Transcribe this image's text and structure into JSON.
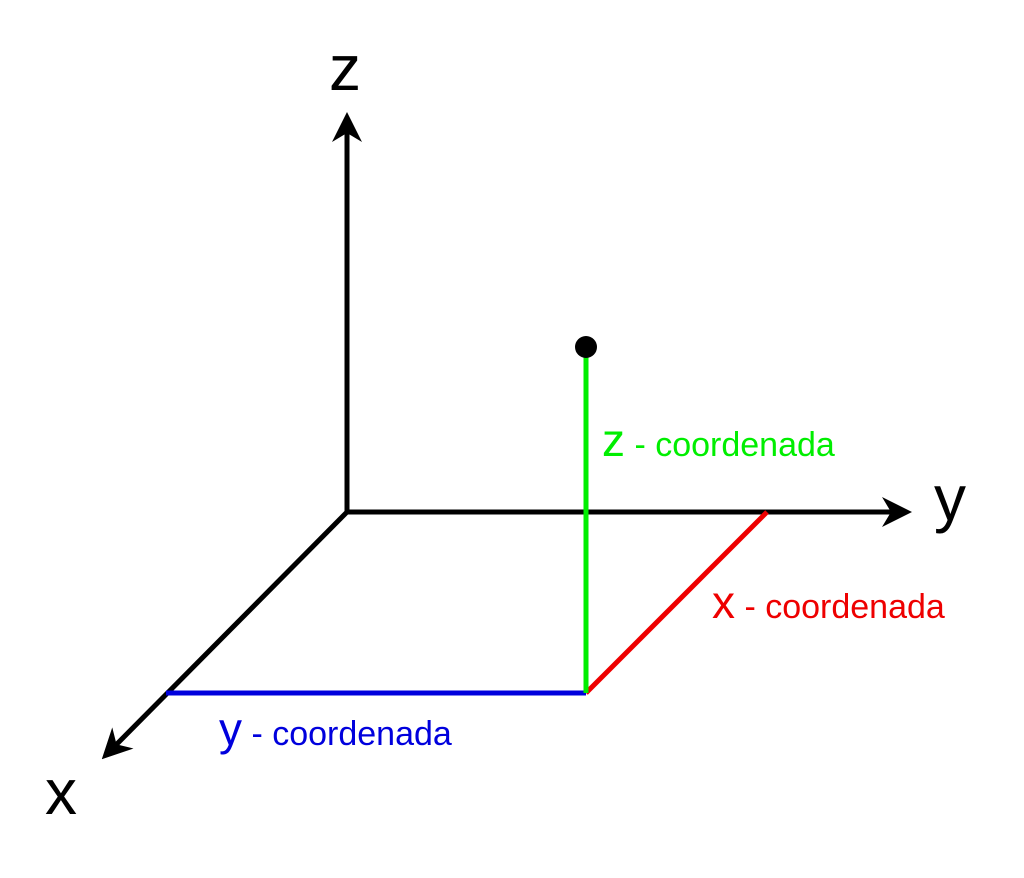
{
  "axes": {
    "z": {
      "label": "z"
    },
    "y": {
      "label": "y"
    },
    "x": {
      "label": "x"
    }
  },
  "coordinates": {
    "z": {
      "letter": "z",
      "suffix": " - coordenada",
      "color": "#00ee00"
    },
    "x": {
      "letter": "x",
      "suffix": " - coordenada",
      "color": "#ee0000"
    },
    "y": {
      "letter": "y",
      "suffix": " - coordenada",
      "color": "#0000dd"
    }
  },
  "colors": {
    "axis": "#000000",
    "point": "#000000"
  }
}
